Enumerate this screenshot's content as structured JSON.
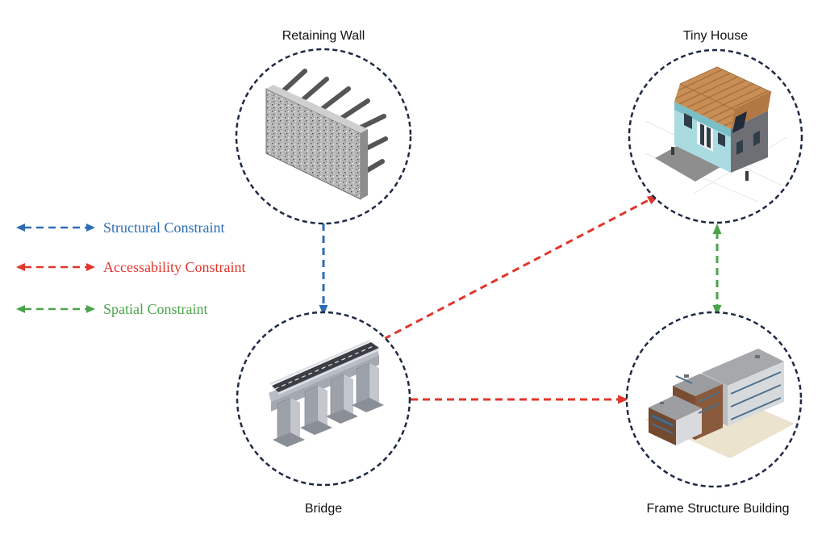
{
  "colors": {
    "structural": "#2e6db4",
    "accessability": "#e0362c",
    "spatial": "#4aa54a",
    "circle": "#1f2a44",
    "label": "#111111"
  },
  "legend": [
    {
      "key": "structural",
      "label": "Structural Constraint",
      "color": "#2e6db4"
    },
    {
      "key": "accessability",
      "label": "Accessability Constraint",
      "color": "#e0362c"
    },
    {
      "key": "spatial",
      "label": "Spatial Constraint",
      "color": "#4aa54a"
    }
  ],
  "nodes": {
    "retaining_wall": {
      "label": "Retaining Wall",
      "icon": "retaining-wall-icon"
    },
    "tiny_house": {
      "label": "Tiny House",
      "icon": "tiny-house-icon"
    },
    "bridge": {
      "label": "Bridge",
      "icon": "bridge-icon"
    },
    "frame_building": {
      "label": "Frame Structure Building",
      "icon": "frame-building-icon"
    }
  },
  "edges": [
    {
      "from": "retaining_wall",
      "to": "bridge",
      "type": "structural",
      "direction": "forward"
    },
    {
      "from": "bridge",
      "to": "tiny_house",
      "type": "accessability",
      "direction": "forward"
    },
    {
      "from": "bridge",
      "to": "frame_building",
      "type": "accessability",
      "direction": "forward"
    },
    {
      "from": "tiny_house",
      "to": "frame_building",
      "type": "spatial",
      "direction": "both"
    }
  ]
}
